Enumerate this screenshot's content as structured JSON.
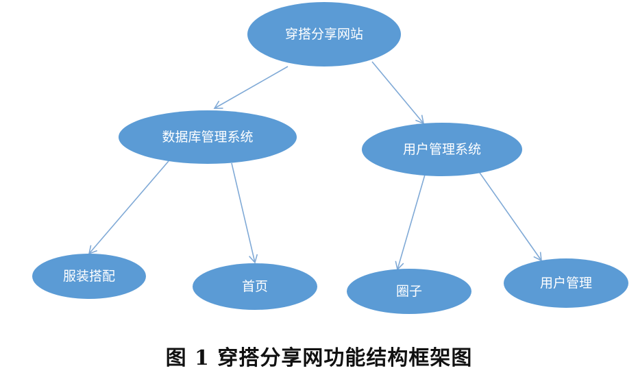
{
  "diagram": {
    "colors": {
      "node_fill": "#5b9bd5",
      "node_text": "#ffffff",
      "edge": "#7fa9d6"
    },
    "nodes": {
      "root": {
        "label": "穿搭分享网站"
      },
      "db_system": {
        "label": "数据库管理系统"
      },
      "user_system": {
        "label": "用户管理系统"
      },
      "outfit": {
        "label": "服装搭配"
      },
      "home": {
        "label": "首页"
      },
      "circle": {
        "label": "圈子"
      },
      "user_mgmt": {
        "label": "用户管理"
      }
    },
    "edges": [
      {
        "from": "root",
        "to": "db_system"
      },
      {
        "from": "root",
        "to": "user_system"
      },
      {
        "from": "db_system",
        "to": "outfit"
      },
      {
        "from": "db_system",
        "to": "home"
      },
      {
        "from": "user_system",
        "to": "circle"
      },
      {
        "from": "user_system",
        "to": "user_mgmt"
      }
    ]
  },
  "caption": {
    "text": "图 1 穿搭分享网功能结构框架图"
  }
}
